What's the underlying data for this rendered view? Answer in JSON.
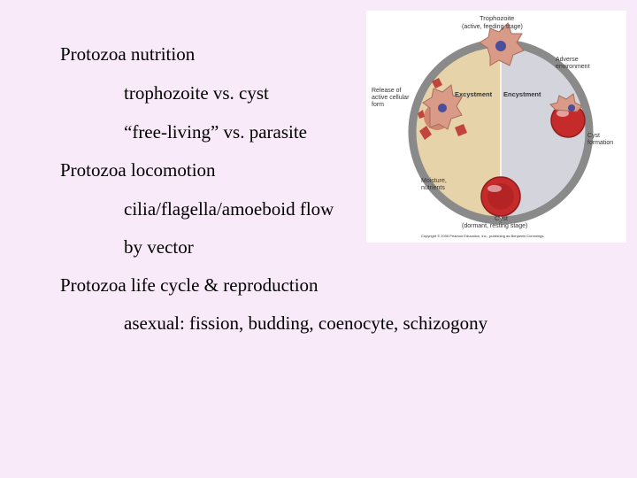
{
  "outline": [
    {
      "text": "Protozoa nutrition",
      "level": 1
    },
    {
      "text": "trophozoite vs. cyst",
      "level": 2
    },
    {
      "text": "“free-living” vs. parasite",
      "level": 2
    },
    {
      "text": "Protozoa locomotion",
      "level": 1
    },
    {
      "text": "cilia/flagella/amoeboid flow",
      "level": 2
    },
    {
      "text": "by vector",
      "level": 2
    },
    {
      "text": "Protozoa life cycle & reproduction",
      "level": 1
    },
    {
      "text": "asexual: fission, budding, coenocyte, schizogony",
      "level": 2
    }
  ],
  "figure": {
    "trophozoite_title": "Trophozoite",
    "trophozoite_sub": "(active, feeding stage)",
    "adverse_1": "Adverse",
    "adverse_2": "environment",
    "release_1": "Release of",
    "release_2": "active cellular",
    "release_3": "form",
    "excystment": "Excystment",
    "encystment": "Encystment",
    "cyst_formation_1": "Cyst",
    "cyst_formation_2": "formation",
    "moisture_1": "Moisture,",
    "moisture_2": "nutrients",
    "cyst_title": "Cyst",
    "cyst_sub": "(dormant, resting stage)",
    "copyright": "Copyright © 2006 Pearson Education, Inc., publishing as Benjamin Cummings."
  },
  "colors": {
    "background": "#f8eaf8",
    "excystment_half": "#e6d3a9",
    "encystment_half": "#d4d4dc",
    "cycle_ring": "#8a8a8a",
    "cyst": "#c62b2b",
    "trophozoite": "#d99b87"
  }
}
